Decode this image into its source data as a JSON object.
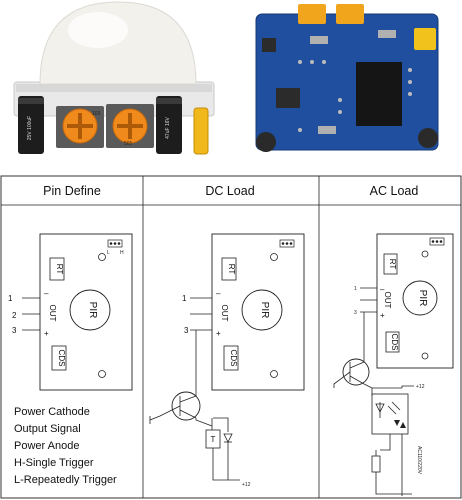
{
  "photo_left": {
    "cap_left_text": "25V 100uF",
    "pot_left_label": "103",
    "pot_right_label": "501",
    "cap_right_text": "47uF 16V"
  },
  "columns": {
    "col1_title": "Pin Define",
    "col2_title": "DC Load",
    "col3_title": "AC Load"
  },
  "module": {
    "rt": "RT",
    "cds": "CDS",
    "pir": "PIR",
    "out": "OUT",
    "minus": "–",
    "plus": "+",
    "jumper_l": "L",
    "jumper_h": "H"
  },
  "pins": [
    "1",
    "2",
    "3"
  ],
  "pin_legend": [
    "Power Cathode",
    "Output Signal",
    "Power Anode",
    "H-Single Trigger",
    "L-Repeatedly Trigger"
  ],
  "dc_load": {
    "relay": "T",
    "supply": "+12"
  },
  "ac_load": {
    "supply": "+12",
    "mains": "AC110/220V"
  },
  "colors": {
    "pcb_blue": "#1f4f9e",
    "pot_orange": "#f08a1c",
    "dome_white": "#f3f1ec"
  }
}
